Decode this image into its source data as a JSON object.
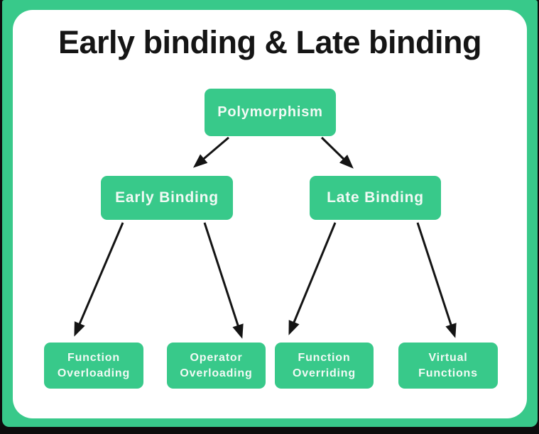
{
  "title": "Early binding & Late binding",
  "colors": {
    "background": "#0d0d0d",
    "frame_green": "#38c98a",
    "card_white": "#ffffff",
    "node_green": "#38c98a",
    "node_text": "#f2faf5",
    "title_text": "#151515",
    "arrow": "#141414"
  },
  "diagram": {
    "nodes": [
      {
        "id": "polymorphism",
        "label": "Polymorphism"
      },
      {
        "id": "early-binding",
        "label": "Early Binding"
      },
      {
        "id": "late-binding",
        "label": "Late Binding"
      },
      {
        "id": "function-overloading",
        "label": "Function Overloading"
      },
      {
        "id": "operator-overloading",
        "label": "Operator Overloading"
      },
      {
        "id": "function-overriding",
        "label": "Function Overriding"
      },
      {
        "id": "virtual-functions",
        "label": "Virtual Functions"
      }
    ],
    "edges": [
      {
        "from": "polymorphism",
        "to": "early-binding"
      },
      {
        "from": "polymorphism",
        "to": "late-binding"
      },
      {
        "from": "early-binding",
        "to": "function-overloading"
      },
      {
        "from": "early-binding",
        "to": "operator-overloading"
      },
      {
        "from": "late-binding",
        "to": "function-overriding"
      },
      {
        "from": "late-binding",
        "to": "virtual-functions"
      }
    ]
  }
}
